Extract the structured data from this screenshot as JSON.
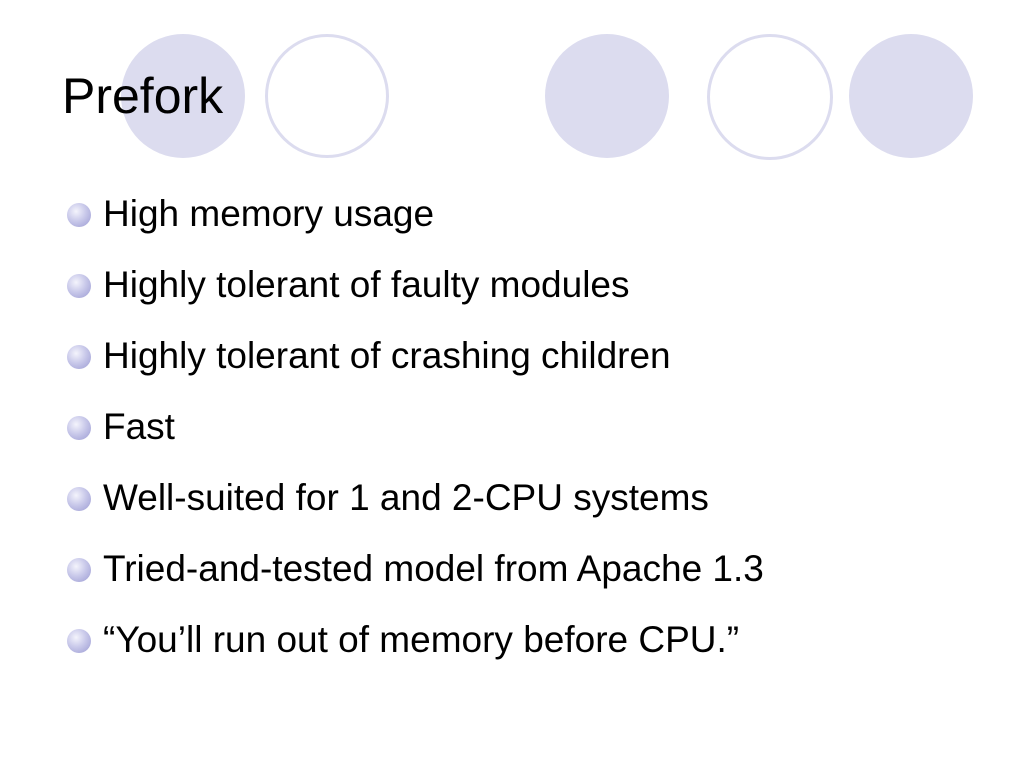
{
  "slide": {
    "title": "Prefork",
    "bullets": [
      "High memory usage",
      "Highly tolerant of faulty modules",
      "Highly tolerant of crashing children",
      "Fast",
      "Well-suited for 1 and 2-CPU systems",
      "Tried-and-tested model from Apache 1.3",
      "“You’ll run out of memory before CPU.”"
    ]
  },
  "theme": {
    "circle_color": "#dcdcef",
    "bullet_color": "#b4b4e0",
    "text_color": "#000000",
    "background": "#ffffff"
  }
}
